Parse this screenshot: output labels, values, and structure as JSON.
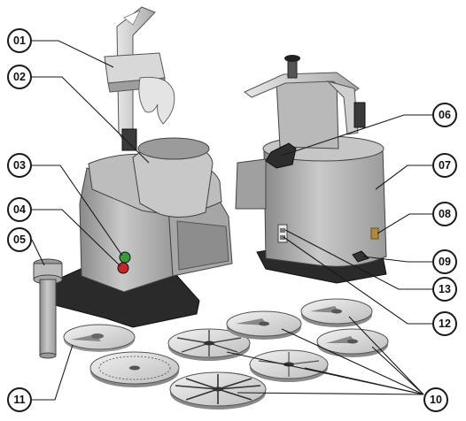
{
  "figure": {
    "description_free": true,
    "colors": {
      "body_grey": "#b4b4b4",
      "body_light": "#d8d8d8",
      "body_dark": "#7a7a7a",
      "base_black": "#2a2a2a",
      "outline": "#1a1a1a",
      "green_button": "#3a9a3a",
      "red_button": "#c8262a",
      "brass": "#b08a40",
      "background": "#ffffff"
    },
    "callouts": [
      "01",
      "02",
      "03",
      "04",
      "05",
      "06",
      "07",
      "08",
      "09",
      "10",
      "11",
      "12",
      "13"
    ]
  }
}
